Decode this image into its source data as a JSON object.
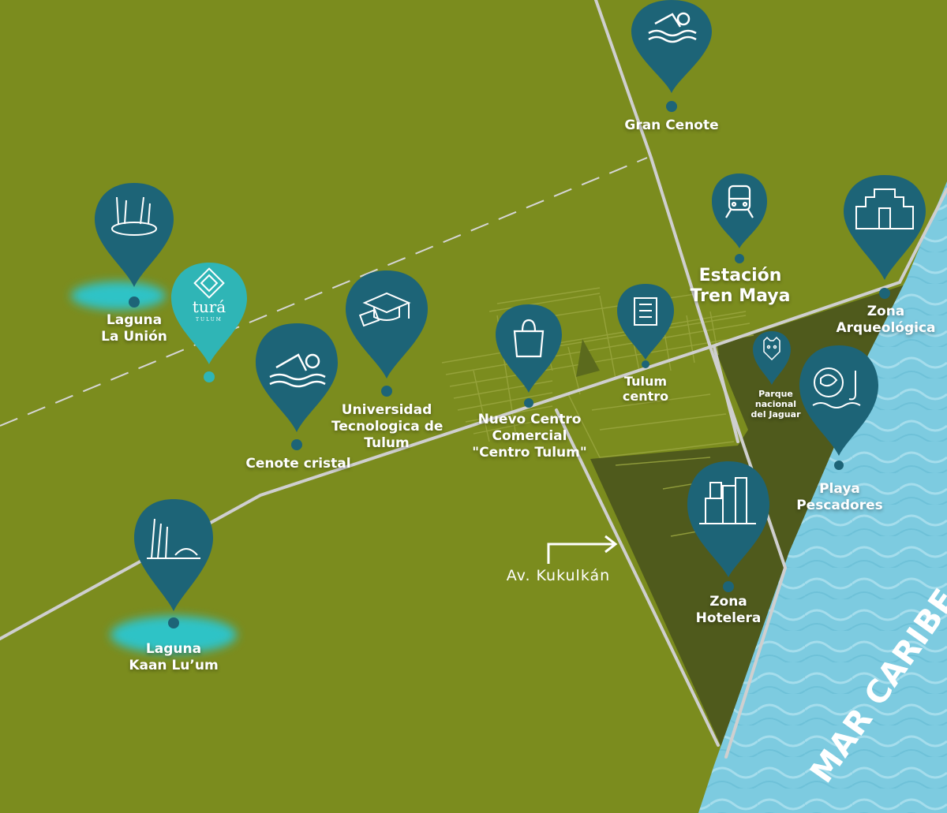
{
  "colors": {
    "land": "#7b8c1e",
    "land_dark": "#4f5a1c",
    "sea": "#7dcbe0",
    "pin": "#1d6477",
    "pin_brand": "#2fb5b6",
    "lagoon": "#2fc3c6",
    "road": "#c9c9c9"
  },
  "places": {
    "gran_cenote": [
      "Gran Cenote"
    ],
    "estacion": [
      "Estación",
      "Tren Maya"
    ],
    "zona_arqueologica": [
      "Zona",
      "Arqueológica"
    ],
    "laguna_union": [
      "Laguna",
      "La Unión"
    ],
    "universidad": [
      "Universidad",
      "Tecnologica de",
      "Tulum"
    ],
    "cenote_cristal": [
      "Cenote cristal"
    ],
    "nuevo_centro": [
      "Nuevo Centro",
      "Comercial",
      "\"Centro Tulum\""
    ],
    "tulum_centro": [
      "Tulum",
      "centro"
    ],
    "parque_jaguar": [
      "Parque",
      "nacional",
      "del Jaguar"
    ],
    "playa_pescadores": [
      "Playa",
      "Pescadores"
    ],
    "zona_hotelera": [
      "Zona",
      "Hotelera"
    ],
    "laguna_kaan": [
      "Laguna",
      "Kaan Lu’um"
    ]
  },
  "road_label": "Av. Kukulkán",
  "sea_label": "MAR CARIBE",
  "brand": {
    "name": "turá",
    "sub": "TULUM"
  },
  "icons": {
    "gran_cenote": "swimmer-icon",
    "estacion": "train-icon",
    "zona_arqueologica": "pyramid-icon",
    "laguna_union": "reeds-lagoon-icon",
    "universidad": "graduation-cap-icon",
    "cenote_cristal": "swimmer-icon",
    "nuevo_centro": "shopping-bag-icon",
    "tulum_centro": "building-icon",
    "parque_jaguar": "jaguar-icon",
    "playa_pescadores": "fish-icon",
    "zona_hotelera": "city-buildings-icon",
    "laguna_kaan": "reeds-icon",
    "tura": "tura-logo-icon"
  }
}
